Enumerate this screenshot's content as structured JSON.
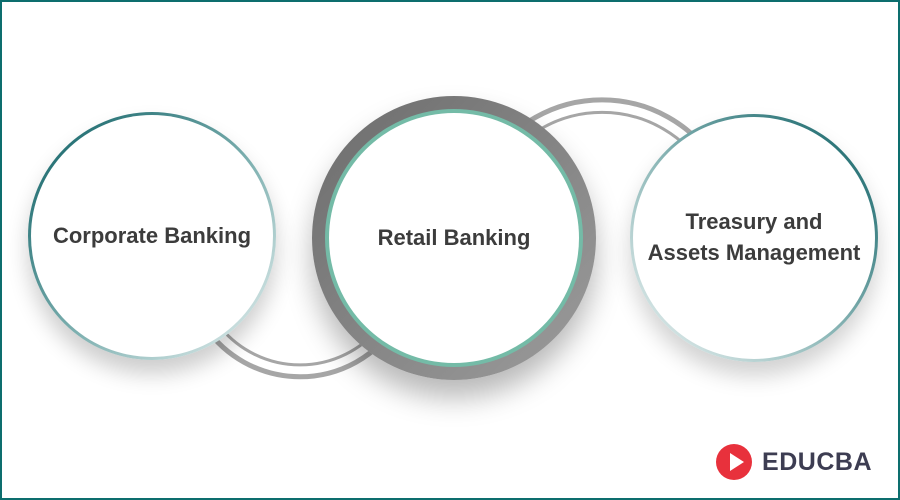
{
  "diagram": {
    "nodes": [
      {
        "id": "corporate-banking",
        "label": "Corporate Banking"
      },
      {
        "id": "retail-banking",
        "label": "Retail Banking"
      },
      {
        "id": "treasury-assets-management",
        "label": "Treasury and\nAssets Management"
      }
    ]
  },
  "branding": {
    "logo_text": "EDUCBA",
    "logo_icon": "play-icon"
  },
  "colors": {
    "frame_teal": "#0d6e6e",
    "node_teal": "#0b5e63",
    "ring_gray": "#8b8b8b",
    "ring_teal": "#74bba7",
    "connector_gray": "#a6a6a6",
    "logo_red": "#e8313c",
    "text": "#3c3c3c"
  }
}
